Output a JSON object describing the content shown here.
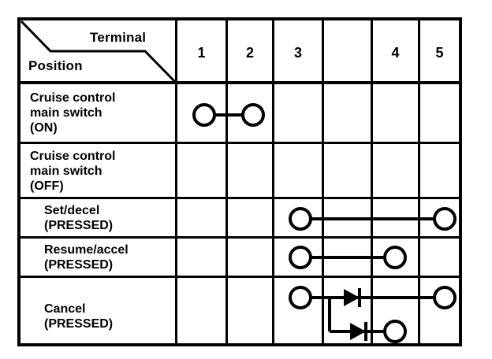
{
  "diagram": {
    "type": "switch-continuity-table",
    "title_corner": {
      "top_right_label": "Terminal",
      "bottom_left_label": "Position"
    },
    "columns": [
      {
        "label": "1",
        "terminal": 1
      },
      {
        "label": "2",
        "terminal": 2
      },
      {
        "label": "3",
        "terminal": 3
      },
      {
        "label": "",
        "terminal": null
      },
      {
        "label": "4",
        "terminal": 4
      },
      {
        "label": "5",
        "terminal": 5
      }
    ],
    "rows": [
      {
        "label": "Cruise control\nmain switch\n(ON)",
        "indent": "normal",
        "terminals": [
          1,
          2
        ],
        "connections": [
          {
            "from": 1,
            "to": 2,
            "via": "wire"
          }
        ]
      },
      {
        "label": "Cruise control\nmain switch\n(OFF)",
        "indent": "normal",
        "terminals": [],
        "connections": []
      },
      {
        "label": "Set/decel\n(PRESSED)",
        "indent": "deep",
        "terminals": [
          3,
          5
        ],
        "connections": [
          {
            "from": 3,
            "to": 5,
            "via": "wire"
          }
        ]
      },
      {
        "label": "Resume/accel\n(PRESSED)",
        "indent": "deep",
        "terminals": [
          3,
          4
        ],
        "connections": [
          {
            "from": 3,
            "to": 4,
            "via": "wire"
          }
        ]
      },
      {
        "label": "Cancel\n(PRESSED)",
        "indent": "deep",
        "terminals": [
          3,
          4,
          5
        ],
        "connections": [
          {
            "from": 3,
            "to": 5,
            "via": "diode"
          },
          {
            "from": 3,
            "to": 4,
            "via": "diode"
          }
        ]
      }
    ],
    "symbols": {
      "terminal_node": "open-circle",
      "diode": "diode-triangle-bar",
      "wire": "solid-line"
    },
    "colors": {
      "ink": "#000000",
      "paper": "#ffffff"
    }
  }
}
